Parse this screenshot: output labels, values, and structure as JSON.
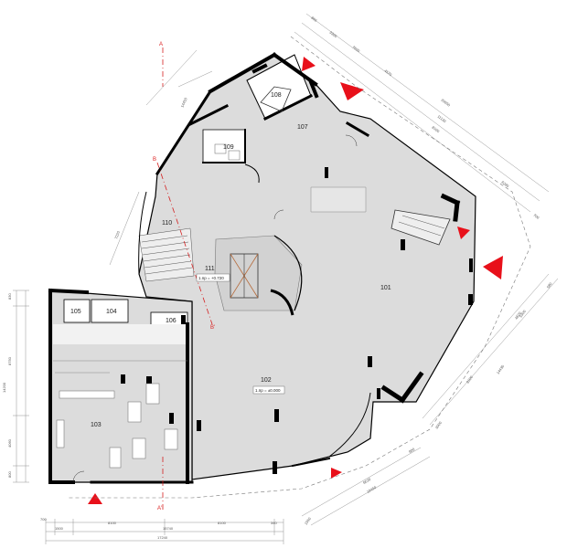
{
  "rooms": {
    "r101": "101",
    "r102": "102",
    "r103": "103",
    "r104": "104",
    "r105": "105",
    "r106": "106",
    "r107": "107",
    "r108": "108",
    "r109": "109",
    "r110": "110",
    "r111": "111"
  },
  "levels": {
    "l102": "1.пр = ±0.000",
    "l111": "1.пр = +0.720"
  },
  "sections": {
    "a_top": "A",
    "a_bottom": "A'",
    "b_left": "B",
    "b_right": "B'"
  },
  "dimensions": {
    "bottom": {
      "d700": "700",
      "d1500": "1500",
      "d8100a": "8100",
      "d15740": "15740",
      "d8100b": "8100",
      "d340": "340",
      "d17240": "17240"
    },
    "left": {
      "d830": "830",
      "d8750": "8750",
      "d14200": "14200",
      "d4060": "4060",
      "d800": "800"
    },
    "top_right": {
      "d860": "860",
      "d3300": "3300",
      "d7600": "7600",
      "d4570": "4570",
      "d20050": "20050",
      "d11130": "11130",
      "d8100": "8100",
      "d6290": "6290",
      "d700": "700"
    },
    "right": {
      "d580": "580",
      "d4620": "4620",
      "d14430": "14430",
      "d5300": "5300",
      "d6100": "6100",
      "d3000": "3000"
    },
    "bottom_right": {
      "d8620": "8620",
      "d10450": "10450",
      "d800": "800",
      "d1550": "1550"
    },
    "upper_left": {
      "d14450": "14450",
      "d7220": "7220"
    }
  },
  "colors": {
    "wall": "#000000",
    "floor": "#dcdcdc",
    "section_line": "#d42020",
    "marker": "#e8101a",
    "dim_line": "#7a7a7a"
  }
}
